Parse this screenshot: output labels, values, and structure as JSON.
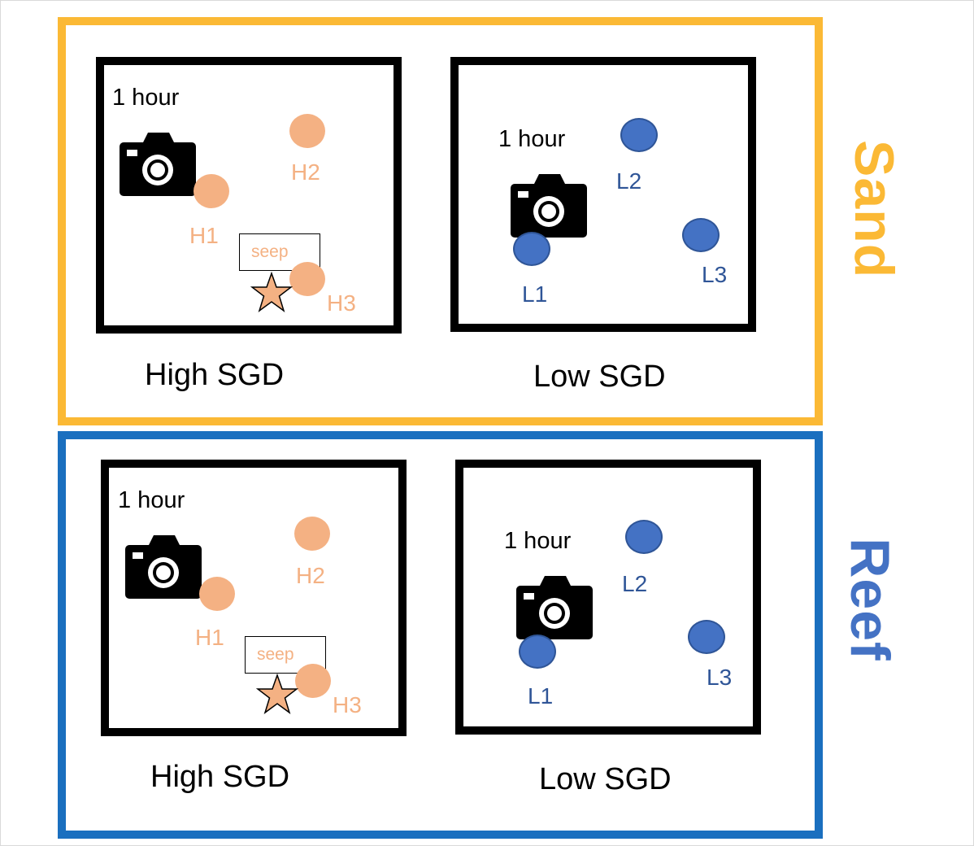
{
  "zones": {
    "sand": {
      "label": "Sand",
      "color": "#fbb935"
    },
    "reef": {
      "label": "Reef",
      "color": "#1a6fbf"
    }
  },
  "panels": {
    "sand_high": {
      "caption": "High SGD",
      "time": "1 hour",
      "seep": "seep",
      "sites": [
        "H1",
        "H2",
        "H3"
      ]
    },
    "sand_low": {
      "caption": "Low SGD",
      "time": "1 hour",
      "sites": [
        "L1",
        "L2",
        "L3"
      ]
    },
    "reef_high": {
      "caption": "High SGD",
      "time": "1 hour",
      "seep": "seep",
      "sites": [
        "H1",
        "H2",
        "H3"
      ]
    },
    "reef_low": {
      "caption": "Low SGD",
      "time": "1 hour",
      "sites": [
        "L1",
        "L2",
        "L3"
      ]
    }
  },
  "colors": {
    "high_site": "#f4b183",
    "low_site": "#4472c4",
    "low_label": "#2f5597",
    "plot_border": "#000000"
  },
  "icons": [
    "camera-icon",
    "star-icon"
  ]
}
